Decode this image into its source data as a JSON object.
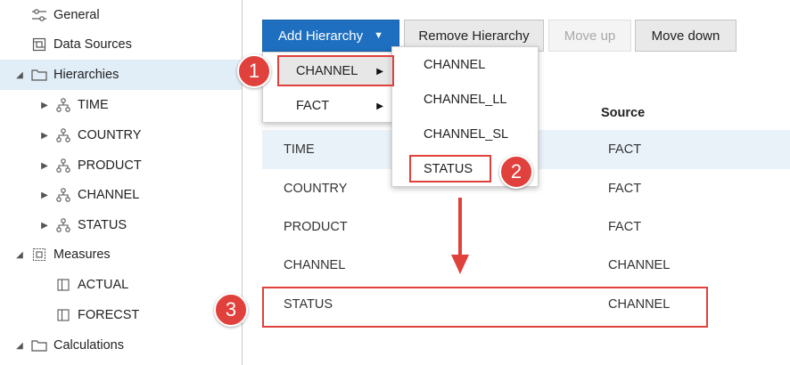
{
  "sidebar": {
    "items": [
      {
        "label": "General",
        "icon": "sliders-icon"
      },
      {
        "label": "Data Sources",
        "icon": "data-source-icon"
      },
      {
        "label": "Hierarchies",
        "icon": "folder-icon",
        "expanded": true,
        "selected": true
      },
      {
        "label": "TIME",
        "icon": "hierarchy-icon",
        "expandable": true
      },
      {
        "label": "COUNTRY",
        "icon": "hierarchy-icon",
        "expandable": true
      },
      {
        "label": "PRODUCT",
        "icon": "hierarchy-icon",
        "expandable": true
      },
      {
        "label": "CHANNEL",
        "icon": "hierarchy-icon",
        "expandable": true
      },
      {
        "label": "STATUS",
        "icon": "hierarchy-icon",
        "expandable": true
      },
      {
        "label": "Measures",
        "icon": "measures-icon",
        "expanded": true
      },
      {
        "label": "ACTUAL",
        "icon": "measure-icon"
      },
      {
        "label": "FORECST",
        "icon": "measure-icon"
      },
      {
        "label": "Calculations",
        "icon": "folder-icon",
        "expanded": true
      }
    ]
  },
  "toolbar": {
    "add_label": "Add Hierarchy",
    "remove_label": "Remove Hierarchy",
    "moveup_label": "Move up",
    "movedown_label": "Move down"
  },
  "menu": {
    "items": [
      {
        "label": "CHANNEL",
        "has_submenu": true,
        "active": true
      },
      {
        "label": "FACT",
        "has_submenu": true
      }
    ],
    "submenu": [
      "CHANNEL",
      "CHANNEL_LL",
      "CHANNEL_SL",
      "STATUS"
    ]
  },
  "table": {
    "col_source": "Source",
    "rows": [
      {
        "name": "TIME",
        "source": "FACT",
        "highlighted": true
      },
      {
        "name": "COUNTRY",
        "source": "FACT"
      },
      {
        "name": "PRODUCT",
        "source": "FACT"
      },
      {
        "name": "CHANNEL",
        "source": "CHANNEL"
      },
      {
        "name": "STATUS",
        "source": "CHANNEL"
      }
    ]
  },
  "annotations": {
    "badge1": "1",
    "badge2": "2",
    "badge3": "3",
    "color": "#e0413c"
  },
  "colors": {
    "primary": "#1f6fc1",
    "selected_row": "#e1edf7",
    "annotation": "#e0413c"
  }
}
